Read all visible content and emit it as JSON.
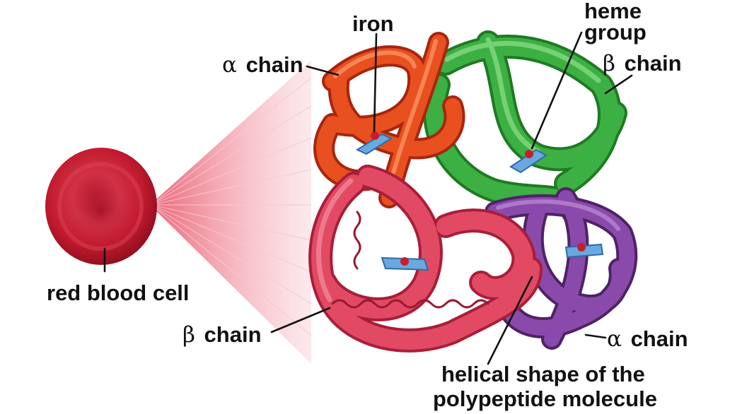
{
  "labels": {
    "iron": "iron",
    "heme_group_line1": "heme",
    "heme_group_line2": "group",
    "alpha_chain_top_symbol": "α",
    "alpha_chain_top": "chain",
    "beta_chain_top_symbol": "β",
    "beta_chain_top": "chain",
    "red_blood_cell": "red blood cell",
    "beta_chain_bottom_symbol": "β",
    "beta_chain_bottom": "chain",
    "alpha_chain_bottom_symbol": "α",
    "alpha_chain_bottom": "chain",
    "helical_line1": "helical shape of the",
    "helical_line2": "polypeptide molecule"
  },
  "colors": {
    "alpha_chain_top": "#e0421f",
    "beta_chain_top": "#3aa53a",
    "beta_chain_bottom": "#e0455f",
    "alpha_chain_bottom": "#7b3f98",
    "heme_group": "#6aa8e0",
    "iron": "#c81e2a",
    "red_blood_cell": "#c51f31"
  }
}
